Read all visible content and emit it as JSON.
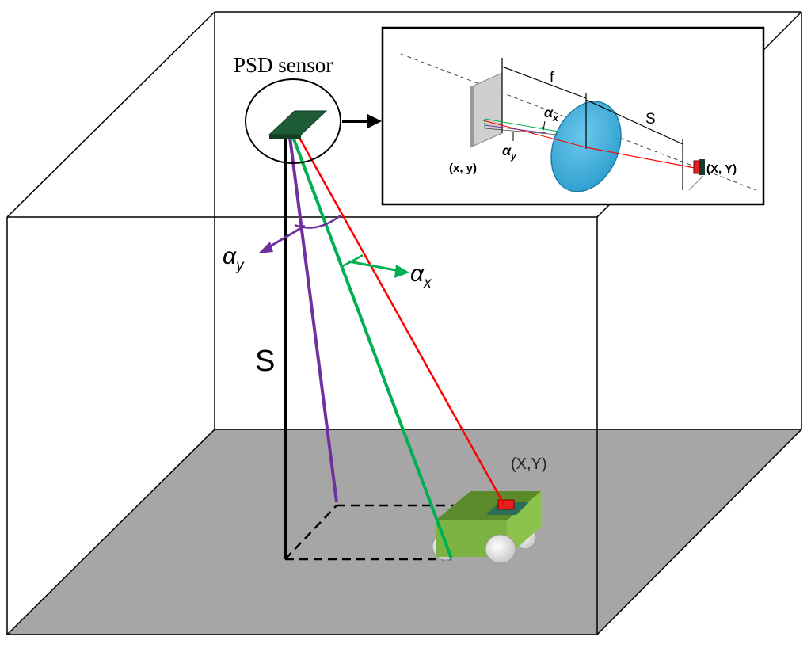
{
  "labels": {
    "sensor_title": "PSD sensor",
    "alpha_y_main": "α",
    "alpha_y_main_sub": "y",
    "alpha_x_main": "α",
    "alpha_x_main_sub": "x",
    "height_label": "S",
    "target_coord": "(X,Y)",
    "inset_f": "f",
    "inset_S": "S",
    "inset_alpha_x": "α",
    "inset_alpha_x_sub": "x",
    "inset_alpha_y": "α",
    "inset_alpha_y_sub": "y",
    "inset_image_coord": "(x, y)",
    "inset_world_coord": "(X, Y)"
  },
  "colors": {
    "floor": "#a6a6a6",
    "room_lines": "#000000",
    "ray_purple": "#7030a0",
    "ray_green": "#00b050",
    "ray_red": "#ff0000",
    "sensor_board": "#1e5c36",
    "robot_top": "#5a8a2a",
    "robot_side": "#7cb342",
    "lens": "#3fb0dc",
    "marker": "#e81e1e",
    "image_plane": "#c8c8c8"
  }
}
